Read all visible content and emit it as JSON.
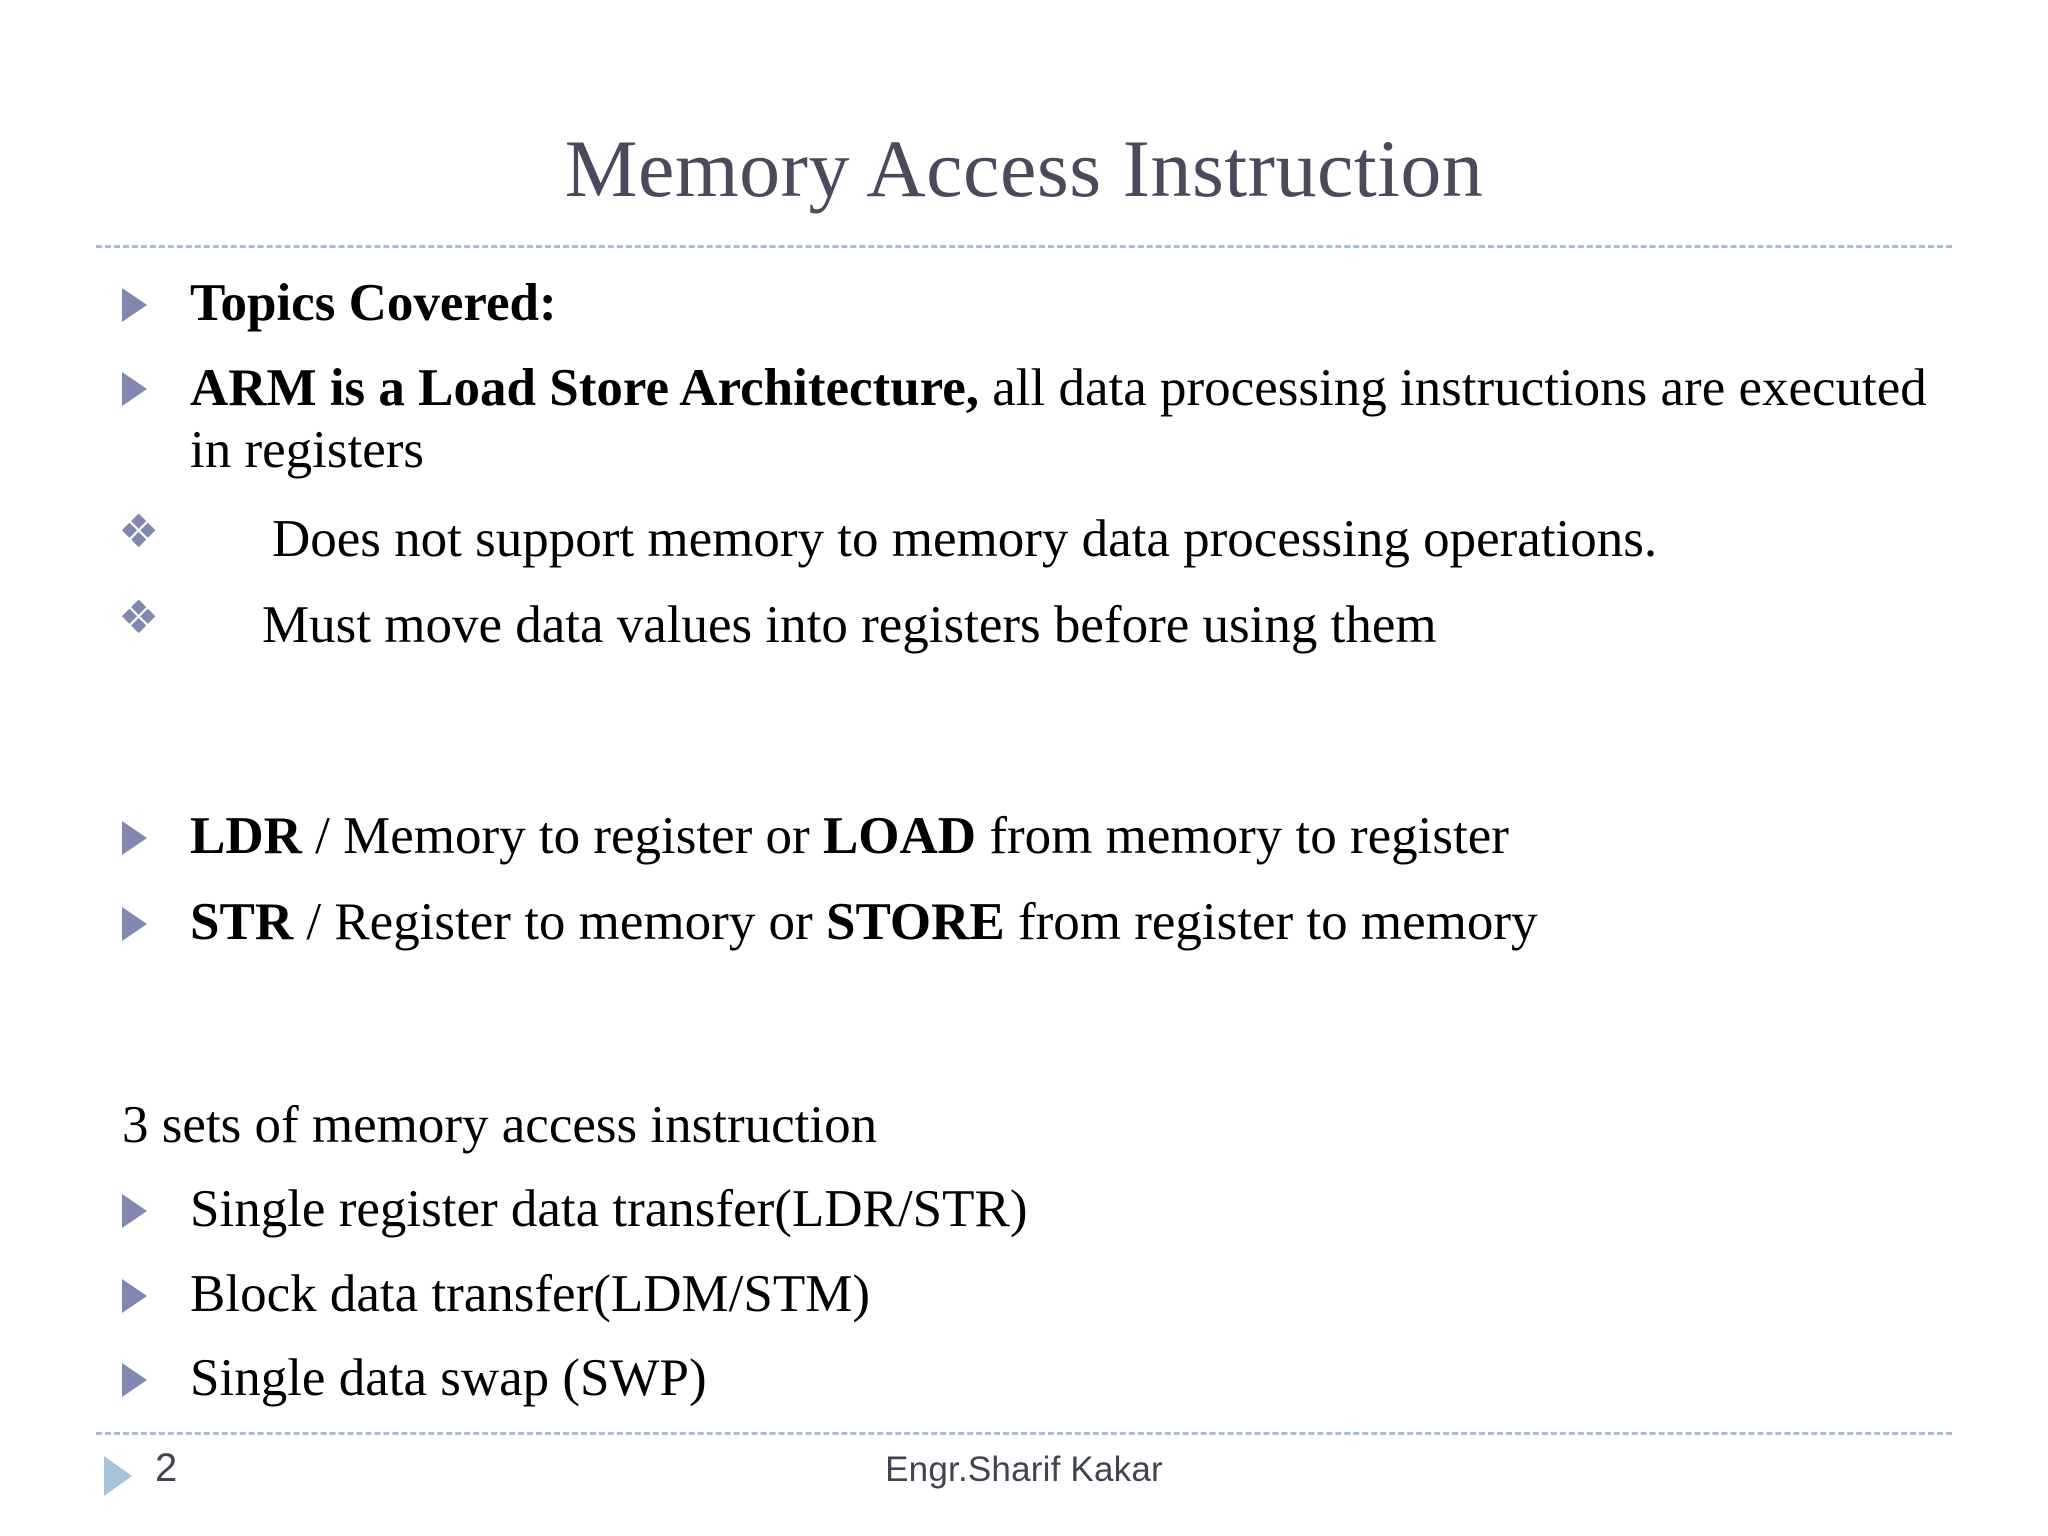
{
  "slide": {
    "title": "Memory Access Instruction",
    "accent_color": "#8187ae",
    "title_color": "#4a4a5c",
    "rule_color": "#a9bdd4",
    "footer_marker_color": "#a7c3db",
    "background": "#ffffff"
  },
  "body": {
    "topics": {
      "bullet": "triangle-bullet",
      "text": "Topics Covered:"
    },
    "arm": {
      "bullet": "triangle-bullet",
      "bold_part": "ARM is a Load Store Architecture,",
      "rest": " all data processing instructions are executed in registers"
    },
    "does_not_support": {
      "bullet": "diamond-bullet",
      "glyph": "❖",
      "text": "Does not support memory to memory data processing operations."
    },
    "must_move": {
      "bullet": "diamond-bullet",
      "glyph": "❖",
      "text": "Must move data values into registers before using them"
    },
    "ldr": {
      "bullet": "triangle-bullet",
      "bold_1": "LDR",
      "mid": " / Memory to register or ",
      "bold_2": "LOAD",
      "tail": " from memory to register"
    },
    "str": {
      "bullet": "triangle-bullet",
      "bold_1": "STR",
      "mid": " / Register to memory or ",
      "bold_2": "STORE",
      "tail": " from register to memory"
    },
    "sets_heading": {
      "bullet": "none",
      "text": "3 sets of memory access instruction"
    },
    "list": [
      {
        "bullet": "triangle-bullet",
        "text": "Single register data transfer(LDR/STR)"
      },
      {
        "bullet": "triangle-bullet",
        "text": "Block data transfer(LDM/STM)"
      },
      {
        "bullet": "triangle-bullet",
        "text": "Single data swap (SWP)"
      }
    ]
  },
  "footer": {
    "marker": "triangle-marker",
    "page_number": "2",
    "author": "Engr.Sharif Kakar"
  }
}
